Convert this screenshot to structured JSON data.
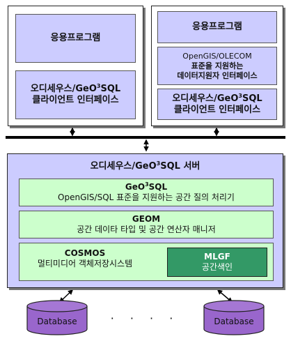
{
  "client_left": {
    "app": "응용프로그램",
    "lib_line1_pre": "오디세우스/GeO",
    "lib_line1_sup": "3",
    "lib_line1_post": "SQL",
    "lib_line2": "클라이언트 인터페이스"
  },
  "client_right": {
    "app": "응용프로그램",
    "ole_line1": "OpenGIS/OLECOM",
    "ole_line2": "표준을 지원하는",
    "ole_line3": "데이터지원자 인터페이스",
    "lib_line1_pre": "오디세우스/GeO",
    "lib_line1_sup": "3",
    "lib_line1_post": "SQL",
    "lib_line2": "클라이언트 인터페이스"
  },
  "server": {
    "title_pre": "오디세우스/GeO",
    "title_sup": "3",
    "title_post": "SQL 서버",
    "geosql_pre": "GeO",
    "geosql_sup": "3",
    "geosql_post": "SQL",
    "geosql_desc": "OpenGIS/SQL 표준을 지원하는 공간 질의 처리기",
    "geom_title": "GEOM",
    "geom_desc": "공간 데이타 타입 및 공간 연산자 매니저",
    "cosmos_title": "COSMOS",
    "cosmos_desc": "멀티미디어 객체저장시스템",
    "mlgf_title": "MLGF",
    "mlgf_desc": "공간색인"
  },
  "databases": {
    "left_label": "Database",
    "ellipsis": "· · · ·",
    "right_label": "Database"
  },
  "colors": {
    "lavender": "#ccccff",
    "light_green": "#ccffcc",
    "dark_green": "#339966",
    "database_purple": "#9966cc"
  }
}
